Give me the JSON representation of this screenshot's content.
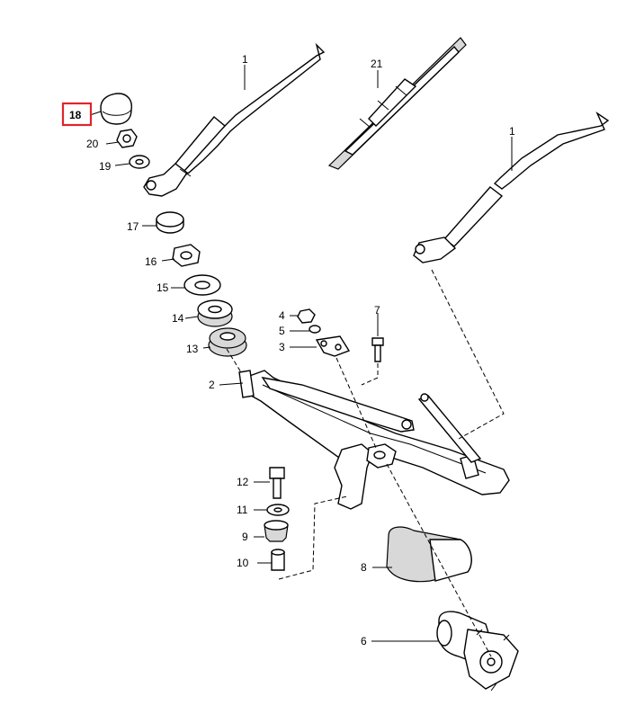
{
  "diagram": {
    "callouts": [
      {
        "id": "1a",
        "text": "1"
      },
      {
        "id": "21",
        "text": "21"
      },
      {
        "id": "1b",
        "text": "1"
      },
      {
        "id": "18",
        "text": "18",
        "highlighted": true
      },
      {
        "id": "20",
        "text": "20"
      },
      {
        "id": "19",
        "text": "19"
      },
      {
        "id": "17",
        "text": "17"
      },
      {
        "id": "16",
        "text": "16"
      },
      {
        "id": "15",
        "text": "15"
      },
      {
        "id": "14",
        "text": "14"
      },
      {
        "id": "13",
        "text": "13"
      },
      {
        "id": "4",
        "text": "4"
      },
      {
        "id": "5",
        "text": "5"
      },
      {
        "id": "3",
        "text": "3"
      },
      {
        "id": "7",
        "text": "7"
      },
      {
        "id": "2",
        "text": "2"
      },
      {
        "id": "12",
        "text": "12"
      },
      {
        "id": "11",
        "text": "11"
      },
      {
        "id": "9",
        "text": "9"
      },
      {
        "id": "10",
        "text": "10"
      },
      {
        "id": "8",
        "text": "8"
      },
      {
        "id": "6",
        "text": "6"
      }
    ],
    "highlight_color": "#e0242c"
  }
}
